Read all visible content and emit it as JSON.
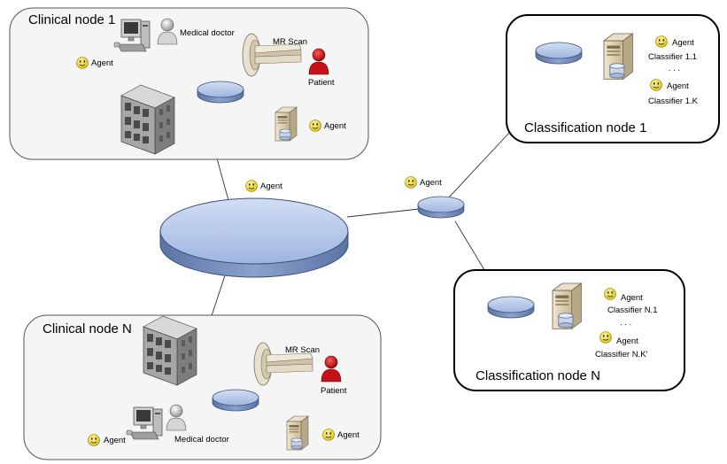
{
  "labels": {
    "clinical_node_1": "Clinical node 1",
    "clinical_node_n": "Clinical node N",
    "classification_node_1": "Classification node 1",
    "classification_node_n": "Classification node N",
    "medical_doctor": "Medical doctor",
    "mr_scan": "MR Scan",
    "patient": "Patient",
    "agent": "Agent",
    "classifier_1_1": "Classifier 1.1",
    "classifier_1_k": "Classifier 1.K",
    "classifier_n_1": "Classifier N.1",
    "classifier_n_k": "Classifier N.K'",
    "ellipsis": ". . ."
  },
  "colors": {
    "node_fill": "#f5f5f5",
    "hub_top": "#b5c8ea",
    "hub_side": "#6f87b4",
    "patient_red": "#c8101a",
    "smiley_yellow": "#f2e21e"
  }
}
